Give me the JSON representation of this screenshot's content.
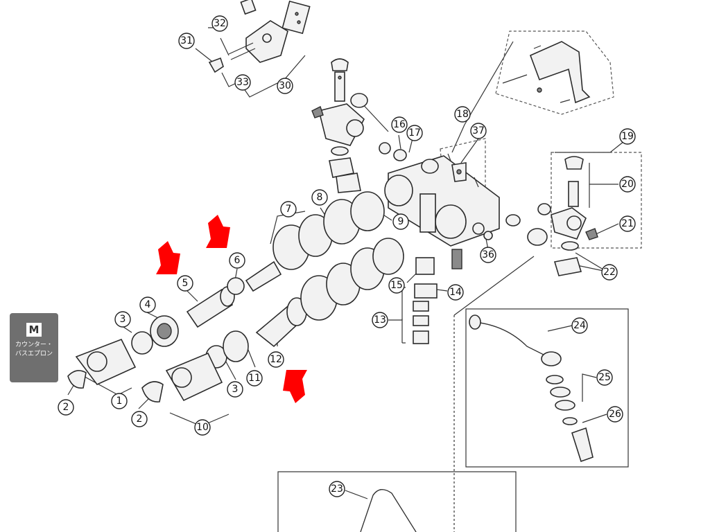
{
  "side_tab": {
    "letter": "M",
    "line1": "カウンター・",
    "line2": "バスエプロン"
  },
  "callouts": [
    "1",
    "2",
    "2",
    "3",
    "3",
    "4",
    "5",
    "6",
    "7",
    "8",
    "9",
    "10",
    "11",
    "12",
    "13",
    "14",
    "15",
    "16",
    "17",
    "18",
    "19",
    "20",
    "21",
    "22",
    "23",
    "24",
    "25",
    "26",
    "30",
    "31",
    "32",
    "33",
    "36",
    "37"
  ],
  "colors": {
    "arrow": "#ff0000",
    "line": "#333333",
    "tab": "#6f6f6f"
  }
}
